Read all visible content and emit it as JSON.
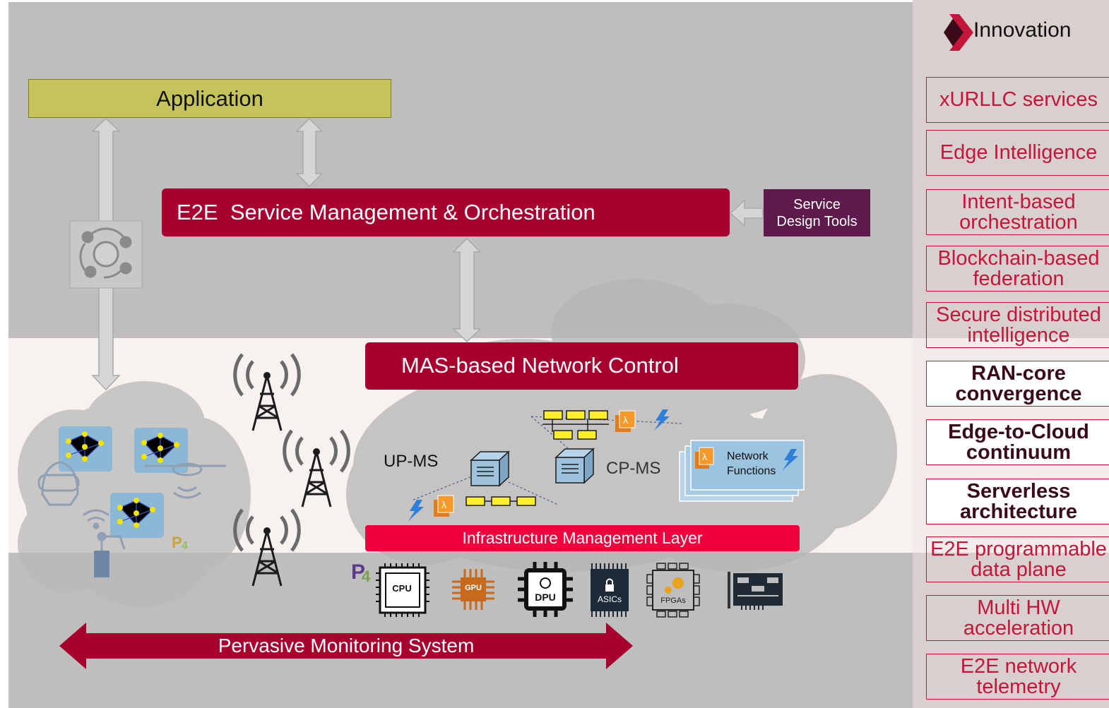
{
  "application": {
    "label": "Application"
  },
  "orchestration": {
    "label": "E2E  Service Management & Orchestration"
  },
  "service_design": {
    "line1": "Service",
    "line2": "Design Tools"
  },
  "mas_control": {
    "label": "MAS-based Network Control"
  },
  "up_ms": {
    "label": "UP-MS"
  },
  "cp_ms": {
    "label": "CP-MS"
  },
  "network_functions": {
    "line1": "Network",
    "line2": "Functions"
  },
  "infrastructure": {
    "label": "Infrastructure Management Layer"
  },
  "monitoring": {
    "label": "Pervasive Monitoring System"
  },
  "hardware": {
    "cpu": "CPU",
    "gpu": "GPU",
    "dpu": "DPU",
    "asics": "ASICs",
    "fpgas": "FPGAs",
    "p4": "P4"
  },
  "innovation": {
    "title": "Innovation",
    "items": [
      {
        "line1": "xURLLC services",
        "line2": ""
      },
      {
        "line1": "Edge Intelligence",
        "line2": ""
      },
      {
        "line1": "Intent-based",
        "line2": "orchestration"
      },
      {
        "line1": "Blockchain-based",
        "line2": "federation"
      },
      {
        "line1": "Secure distributed",
        "line2": "intelligence"
      },
      {
        "line1": "RAN-core",
        "line2": "convergence"
      },
      {
        "line1": "Edge-to-Cloud",
        "line2": "continuum"
      },
      {
        "line1": "Serverless",
        "line2": "architecture"
      },
      {
        "line1": "E2E programmable",
        "line2": "data plane"
      },
      {
        "line1": "Multi HW",
        "line2": "acceleration"
      },
      {
        "line1": "E2E network",
        "line2": "telemetry"
      }
    ]
  },
  "colors": {
    "crimson": "#a8002e",
    "bright_red": "#f0003c",
    "purple": "#5e1a4a",
    "olive": "#c5c35c",
    "band_gray": "#bcbbbb",
    "cloud": "#c6c6c6",
    "innovation_red": "#c3163a",
    "innovation_dark": "#3a0a18"
  }
}
